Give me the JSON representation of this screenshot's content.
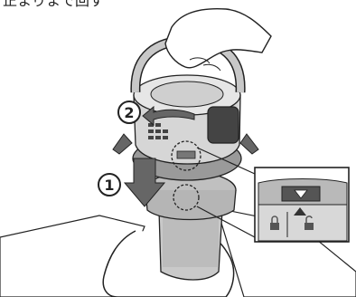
{
  "caption": {
    "text": "正まりまで回す"
  },
  "steps": [
    {
      "number": "1",
      "label": "①"
    },
    {
      "number": "2",
      "label": "②"
    }
  ],
  "colors": {
    "outline": "#222222",
    "body_light": "#d4d4d4",
    "body_mid": "#a9a9a9",
    "body_dark": "#5a5a5a",
    "arrow_fill": "#666666",
    "detail_bg": "#ffffff"
  },
  "icons": [
    "hand-icon",
    "arrow-down-icon",
    "arrow-rotate-icon",
    "lock-icon",
    "unlock-icon",
    "triangle-marker-icon"
  ]
}
